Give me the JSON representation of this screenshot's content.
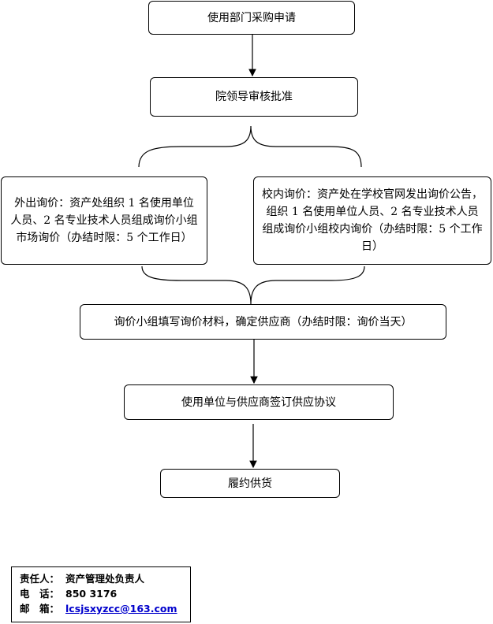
{
  "flow": {
    "step_request": "使用部门采购申请",
    "step_approval": "院领导审核批准",
    "step_external": "外出询价：资产处组织 1 名使用单位人员、2 名专业技术人员组成询价小组市场询价（办结时限：5 个工作日）",
    "step_internal": "校内询价：资产处在学校官网发出询价公告，组织 1 名使用单位人员、2 名专业技术人员组成询价小组校内询价（办结时限：5 个工作日）",
    "step_fill": "询价小组填写询价材料，确定供应商（办结时限：询价当天）",
    "step_agreement": "使用单位与供应商签订供应协议",
    "step_delivery": "履约供货"
  },
  "contact": {
    "responsible_label": "责任人：",
    "responsible_value": "资产管理处负责人",
    "phone_label": "电　话：",
    "phone_value": "850 3176",
    "email_label": "邮　箱：",
    "email_value": "lcsjsxyzcc@163.com"
  }
}
